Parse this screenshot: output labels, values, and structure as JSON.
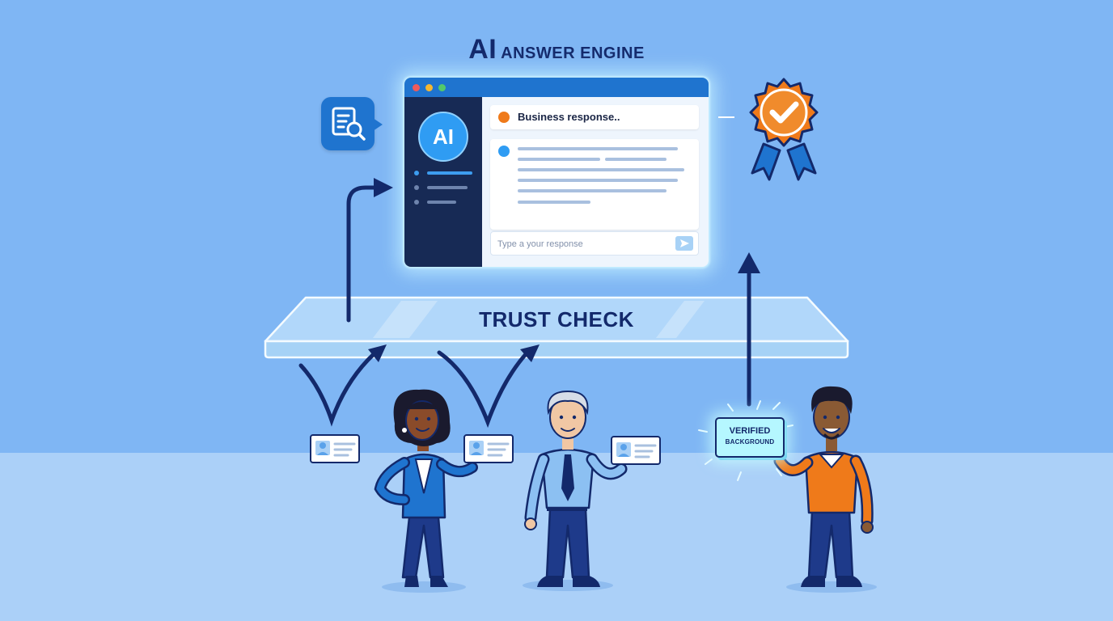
{
  "title": {
    "big": "AI",
    "rest": "ANSWER ENGINE"
  },
  "window": {
    "ai_badge": "AI",
    "response_text": "Business response..",
    "input_placeholder": "Type a your response",
    "dot_colors": [
      "#ef5a5a",
      "#f5b731",
      "#53c96b"
    ]
  },
  "trust_check": {
    "label": "TRUST CHECK"
  },
  "verified_card": {
    "line1": "VERIFIED",
    "line2": "BACKGROUND"
  },
  "colors": {
    "navy": "#13296b",
    "blue": "#1f74cf",
    "orange": "#ef7a1a",
    "sky": "#7fb6f4"
  },
  "icons": [
    "document-search-icon",
    "award-medal-icon",
    "send-icon",
    "id-card-icon"
  ]
}
